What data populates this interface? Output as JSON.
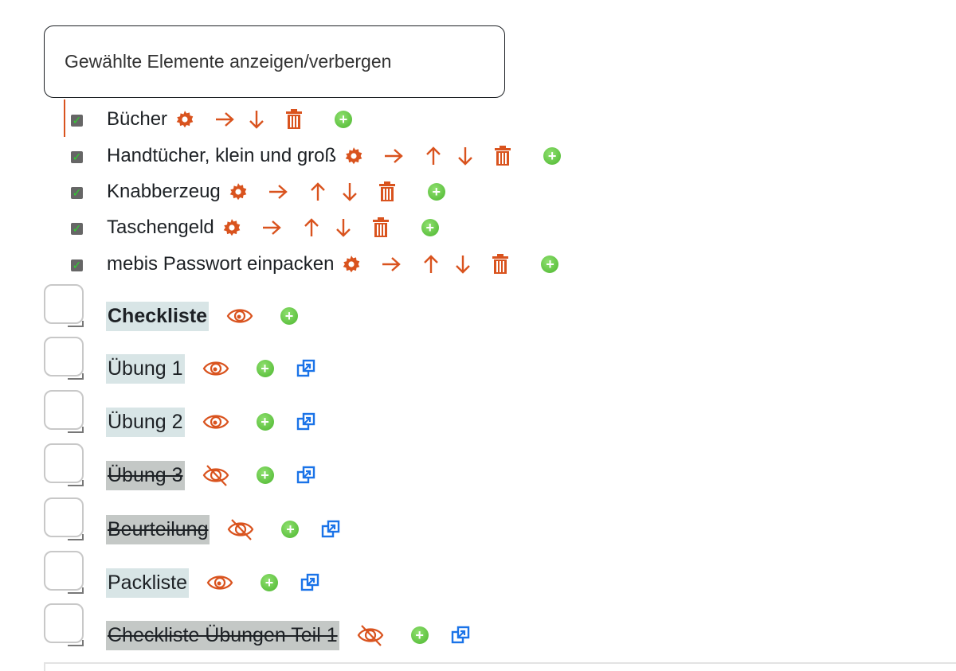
{
  "tooltip": {
    "text": "Gewählte Elemente anzeigen/verbergen"
  },
  "checklist_items": [
    {
      "label": "Bücher",
      "checked": true,
      "actions": [
        "gear",
        "right",
        "down",
        "trash",
        "plus"
      ]
    },
    {
      "label": "Handtücher, klein und groß",
      "checked": true,
      "actions": [
        "gear",
        "right",
        "up",
        "down",
        "trash",
        "plus"
      ]
    },
    {
      "label": "Knabberzeug",
      "checked": true,
      "actions": [
        "gear",
        "right",
        "up",
        "down",
        "trash",
        "plus"
      ]
    },
    {
      "label": "Taschengeld",
      "checked": true,
      "actions": [
        "gear",
        "right",
        "up",
        "down",
        "trash",
        "plus"
      ]
    },
    {
      "label": "mebis Passwort einpacken",
      "checked": true,
      "actions": [
        "gear",
        "right",
        "up",
        "down",
        "trash",
        "plus"
      ]
    }
  ],
  "pages": [
    {
      "title": "Checkliste",
      "bold": true,
      "hidden": false,
      "link": false
    },
    {
      "title": "Übung 1",
      "bold": false,
      "hidden": false,
      "link": true
    },
    {
      "title": "Übung 2",
      "bold": false,
      "hidden": false,
      "link": true
    },
    {
      "title": "Übung 3",
      "bold": false,
      "hidden": true,
      "link": true
    },
    {
      "title": "Beurteilung",
      "bold": false,
      "hidden": true,
      "link": true
    },
    {
      "title": "Packliste",
      "bold": false,
      "hidden": false,
      "link": true
    },
    {
      "title": "Checkliste Übungen Teil 1",
      "bold": false,
      "hidden": true,
      "link": true
    }
  ],
  "colors": {
    "accent": "#d9531e",
    "add": "#4cb62f",
    "link": "#1a73e8",
    "visible_bg": "#d8e5e6",
    "hidden_bg": "#c4c8c6"
  }
}
